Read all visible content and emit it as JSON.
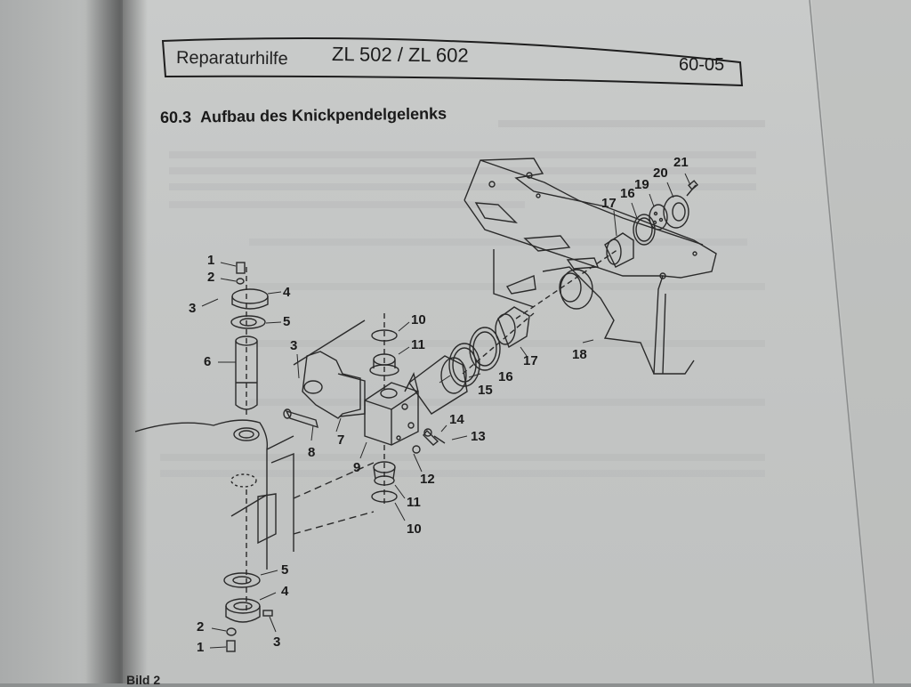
{
  "header": {
    "title": "Reparaturhilfe",
    "model": "ZL 502 / ZL 602",
    "page_number": "60-05"
  },
  "section": {
    "number": "60.3",
    "title": "Aufbau des Knickpendelgelenks"
  },
  "figure": {
    "description": "Exploded view of articulated pendulum joint",
    "callouts": [
      {
        "id": "c1-top",
        "label": "1"
      },
      {
        "id": "c2-top",
        "label": "2"
      },
      {
        "id": "c3-top",
        "label": "3"
      },
      {
        "id": "c4-top",
        "label": "4"
      },
      {
        "id": "c5-top",
        "label": "5"
      },
      {
        "id": "c6",
        "label": "6"
      },
      {
        "id": "c3-mid",
        "label": "3"
      },
      {
        "id": "c7",
        "label": "7"
      },
      {
        "id": "c8",
        "label": "8"
      },
      {
        "id": "c9",
        "label": "9"
      },
      {
        "id": "c10-top",
        "label": "10"
      },
      {
        "id": "c11-top",
        "label": "11"
      },
      {
        "id": "c12",
        "label": "12"
      },
      {
        "id": "c13",
        "label": "13"
      },
      {
        "id": "c14",
        "label": "14"
      },
      {
        "id": "c11-bot",
        "label": "11"
      },
      {
        "id": "c10-bot",
        "label": "10"
      },
      {
        "id": "c15",
        "label": "15"
      },
      {
        "id": "c16-low",
        "label": "16"
      },
      {
        "id": "c17-low",
        "label": "17"
      },
      {
        "id": "c18",
        "label": "18"
      },
      {
        "id": "c17-up",
        "label": "17"
      },
      {
        "id": "c16-up",
        "label": "16"
      },
      {
        "id": "c19",
        "label": "19"
      },
      {
        "id": "c20",
        "label": "20"
      },
      {
        "id": "c21",
        "label": "21"
      },
      {
        "id": "c5-bot",
        "label": "5"
      },
      {
        "id": "c4-bot",
        "label": "4"
      },
      {
        "id": "c3-bot",
        "label": "3"
      },
      {
        "id": "c2-bot",
        "label": "2"
      },
      {
        "id": "c1-bot",
        "label": "1"
      }
    ]
  },
  "footer": {
    "fragment": "Bild 2"
  }
}
